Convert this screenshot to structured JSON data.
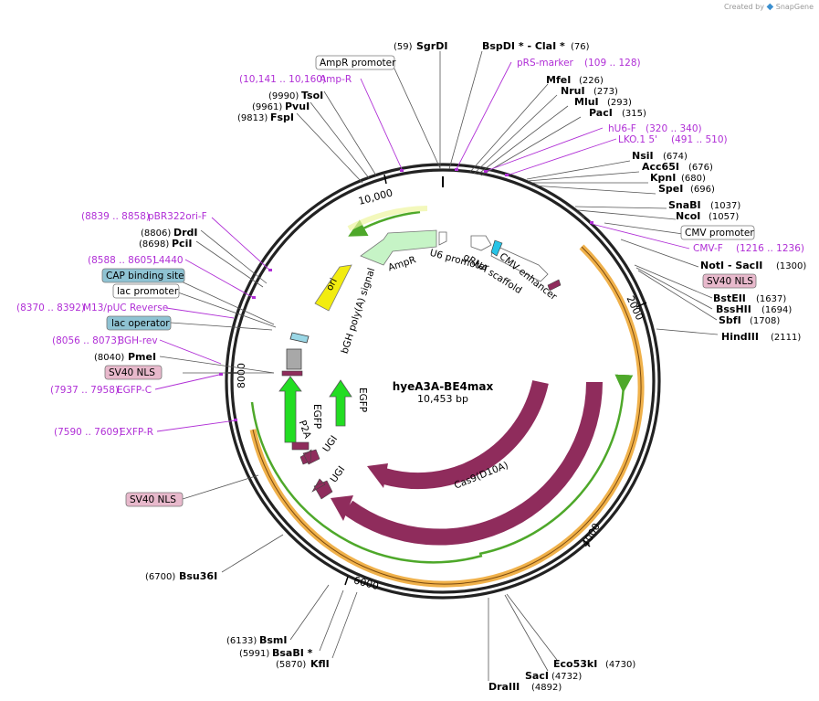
{
  "credit": {
    "prefix": "Created by",
    "brand": "SnapGene"
  },
  "plasmid": {
    "name": "hyeA3A-BE4max",
    "length": "10,453 bp"
  },
  "ticks": [
    "10,000",
    "2000",
    "4000",
    "6000",
    "8000"
  ],
  "restriction_sites": [
    {
      "name": "SgrDI",
      "pos": "(59)"
    },
    {
      "name": "BspDI * - ClaI *",
      "pos": "(76)"
    },
    {
      "name": "MfeI",
      "pos": "(226)"
    },
    {
      "name": "NruI",
      "pos": "(273)"
    },
    {
      "name": "MluI",
      "pos": "(293)"
    },
    {
      "name": "PacI",
      "pos": "(315)"
    },
    {
      "name": "NsiI",
      "pos": "(674)"
    },
    {
      "name": "Acc65I",
      "pos": "(676)"
    },
    {
      "name": "KpnI",
      "pos": "(680)"
    },
    {
      "name": "SpeI",
      "pos": "(696)"
    },
    {
      "name": "SnaBI",
      "pos": "(1037)"
    },
    {
      "name": "NcoI",
      "pos": "(1057)"
    },
    {
      "name": "NotI - SacII",
      "pos": "(1300)"
    },
    {
      "name": "BstEII",
      "pos": "(1637)"
    },
    {
      "name": "BssHII",
      "pos": "(1694)"
    },
    {
      "name": "SbfI",
      "pos": "(1708)"
    },
    {
      "name": "HindIII",
      "pos": "(2111)"
    },
    {
      "name": "Eco53kI",
      "pos": "(4730)"
    },
    {
      "name": "SacI",
      "pos": "(4732)"
    },
    {
      "name": "DraIII",
      "pos": "(4892)"
    },
    {
      "name": "KflI",
      "pos": "(5870)"
    },
    {
      "name": "BsaBI *",
      "pos": "(5991)"
    },
    {
      "name": "BsmI",
      "pos": "(6133)"
    },
    {
      "name": "Bsu36I",
      "pos": "(6700)"
    },
    {
      "name": "PmeI",
      "pos": "(8040)"
    },
    {
      "name": "PciI",
      "pos": "(8698)"
    },
    {
      "name": "DrdI",
      "pos": "(8806)"
    },
    {
      "name": "FspI",
      "pos": "(9813)"
    },
    {
      "name": "PvuI",
      "pos": "(9961)"
    },
    {
      "name": "TsoI",
      "pos": "(9990)"
    }
  ],
  "primers": [
    {
      "name": "pRS-marker",
      "pos": "(109 .. 128)"
    },
    {
      "name": "hU6-F",
      "pos": "(320 .. 340)"
    },
    {
      "name": "LKO.1 5'",
      "pos": "(491 .. 510)"
    },
    {
      "name": "CMV-F",
      "pos": "(1216 .. 1236)"
    },
    {
      "name": "Amp-R",
      "pos": "(10,141 .. 10,160)"
    },
    {
      "name": "pBR322ori-F",
      "pos": "(8839 .. 8858)"
    },
    {
      "name": "L4440",
      "pos": "(8588 .. 8605)"
    },
    {
      "name": "M13/pUC Reverse",
      "pos": "(8370 .. 8392)"
    },
    {
      "name": "BGH-rev",
      "pos": "(8056 .. 8073)"
    },
    {
      "name": "EGFP-C",
      "pos": "(7937 .. 7958)"
    },
    {
      "name": "EXFP-R",
      "pos": "(7590 .. 7609)"
    }
  ],
  "boxed_features": [
    {
      "name": "AmpR promoter",
      "style": "promoter"
    },
    {
      "name": "CMV promoter",
      "style": "promoter"
    },
    {
      "name": "SV40 NLS",
      "style": "nls"
    },
    {
      "name": "CAP binding site",
      "style": "protein"
    },
    {
      "name": "lac promoter",
      "style": "promoter"
    },
    {
      "name": "lac operator",
      "style": "protein"
    },
    {
      "name": "SV40 NLS",
      "style": "nls"
    },
    {
      "name": "SV40 NLS",
      "style": "nls"
    }
  ],
  "inner_features": [
    {
      "name": "ori"
    },
    {
      "name": "AmpR"
    },
    {
      "name": "U6 promoter"
    },
    {
      "name": "gRNA scaffold"
    },
    {
      "name": "CMV enhancer"
    },
    {
      "name": "bGH poly(A) signal"
    },
    {
      "name": "EGFP"
    },
    {
      "name": "EGFP"
    },
    {
      "name": "P2A"
    },
    {
      "name": "UGI"
    },
    {
      "name": "UGI"
    },
    {
      "name": "Cas9(D10A)"
    },
    {
      "name": "Cas9"
    }
  ],
  "colors": {
    "cas9": "#8f2c5c",
    "egfp": "#22dd22",
    "ori": "#f2ec10",
    "ampr": "#c6f4c6",
    "orf_arc": "#f0b14a",
    "green_arc": "#4ea82a",
    "primer": "#b02fd6",
    "promoter_box": "#ffffff",
    "nls_box": "#e8b9cc",
    "protein_box": "#8fc3d3"
  }
}
